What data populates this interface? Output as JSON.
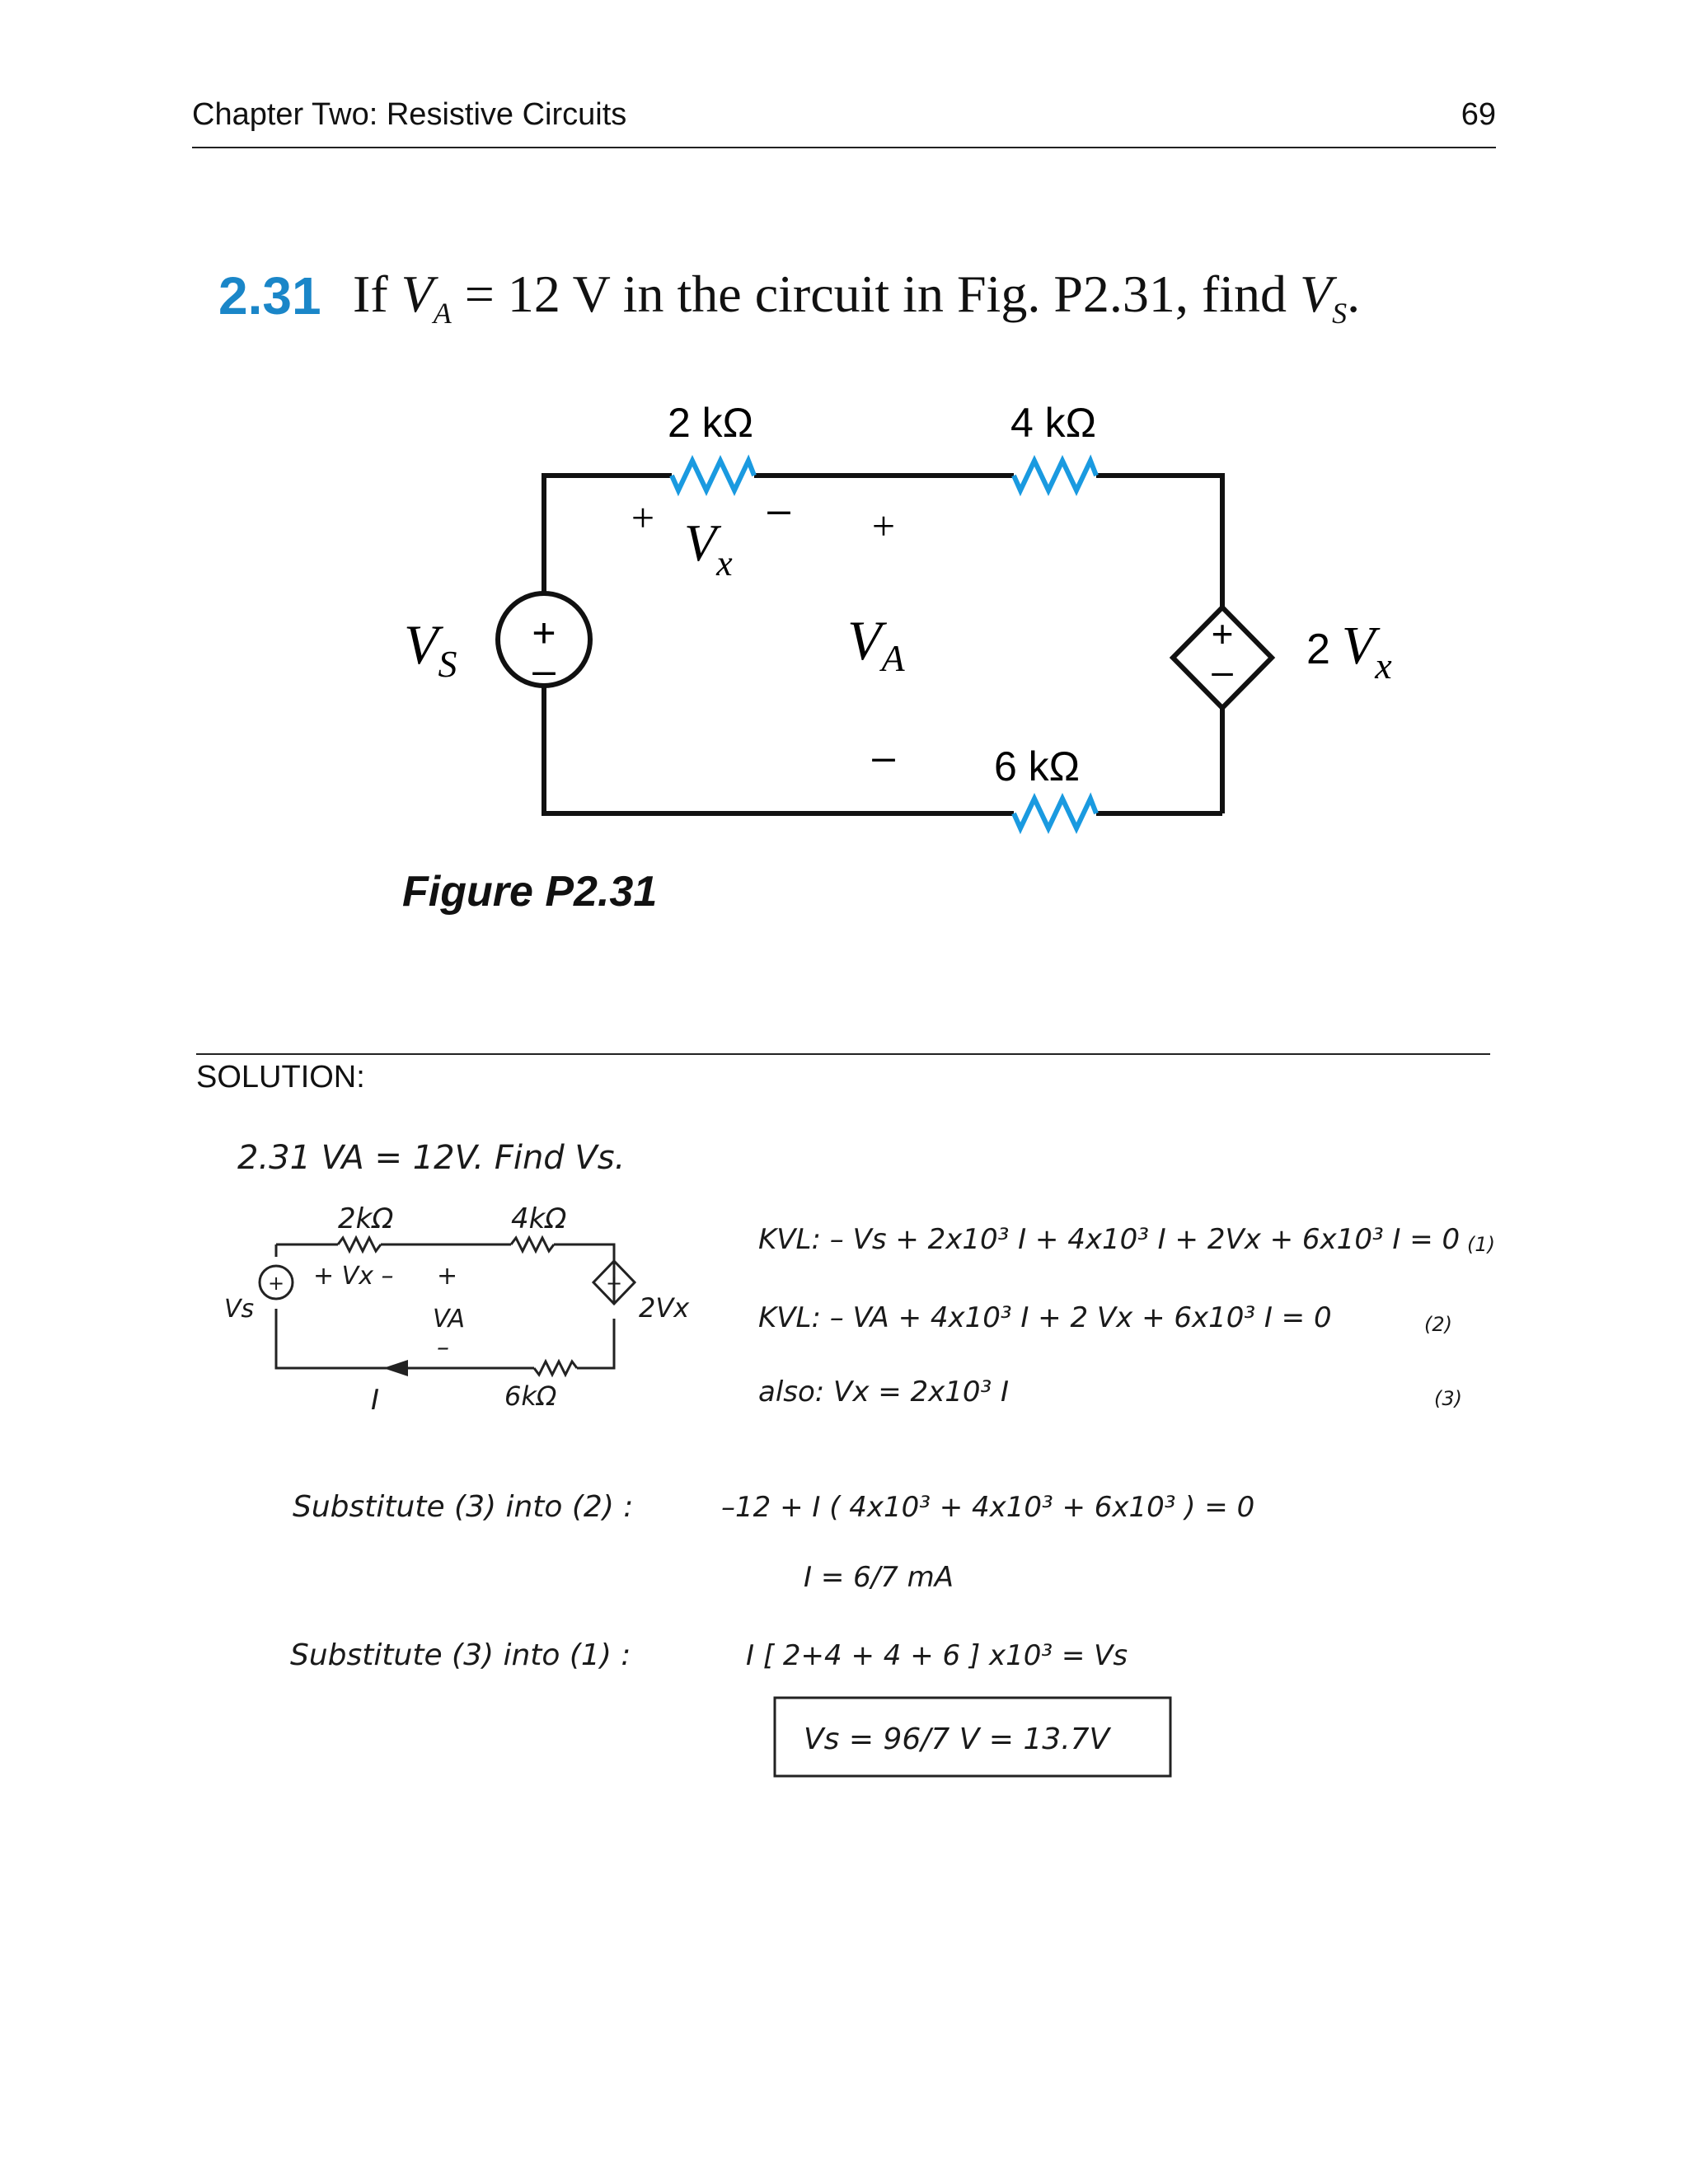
{
  "header": {
    "chapter_title": "Chapter Two: Resistive Circuits",
    "page_number": "69"
  },
  "problem": {
    "number": "2.31",
    "statement_prefix": "If",
    "va_symbol": "V",
    "va_sub": "A",
    "statement_mid": "= 12 V in the circuit in Fig. P2.31, find",
    "vs_symbol": "V",
    "vs_sub": "S",
    "statement_end": "."
  },
  "figure": {
    "r1_label": "2 kΩ",
    "r2_label": "4 kΩ",
    "r3_label": "6 kΩ",
    "vx_plus": "+",
    "vx_minus": "–",
    "vx_symbol": "V",
    "vx_sub": "x",
    "va_plus": "+",
    "va_minus": "–",
    "va_symbol": "V",
    "va_sub": "A",
    "vs_symbol": "V",
    "vs_sub": "S",
    "dep_coeff": "2",
    "dep_symbol": "V",
    "dep_sub": "x",
    "src_plus": "+",
    "src_minus": "–",
    "caption": "Figure P2.31"
  },
  "solution": {
    "label": "SOLUTION:",
    "hw_title": "2.31   VA = 12V.  Find Vs.",
    "sketch": {
      "r1": "2kΩ",
      "r2": "4kΩ",
      "r3": "6kΩ",
      "vx": "+ Vx –",
      "va_plus": "+",
      "va": "VA",
      "va_minus": "–",
      "vs": "Vs",
      "dep": "2Vx",
      "current": "I"
    },
    "eq1": "KVL:  – Vs + 2x10³ I + 4x10³ I + 2Vx + 6x10³ I = 0",
    "eq1_num": "(1)",
    "eq2": "KVL:  – VA + 4x10³ I + 2 Vx + 6x10³ I = 0",
    "eq2_num": "(2)",
    "eq3": "also:    Vx = 2x10³ I",
    "eq3_num": "(3)",
    "sub1_label": "Substitute  (3) into (2) :",
    "sub1_eq": "–12 + I ( 4x10³ + 4x10³ + 6x10³ ) = 0",
    "sub1_result": "I =  6/7  mA",
    "sub2_label": "Substitute  (3) into (1) :",
    "sub2_eq": "I [ 2+4 + 4 + 6 ] x10³ = Vs",
    "final": "Vs =  96/7  V   =  13.7V"
  }
}
